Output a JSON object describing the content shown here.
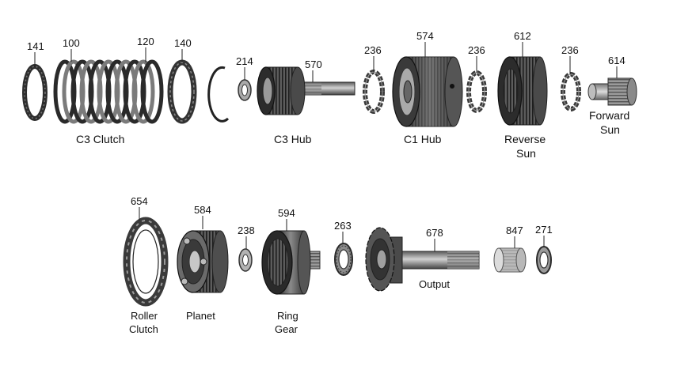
{
  "diagram": {
    "part_numbers": {
      "p141": "141",
      "p100": "100",
      "p120": "120",
      "p140": "140",
      "p214": "214",
      "p570": "570",
      "p236a": "236",
      "p574": "574",
      "p236b": "236",
      "p612": "612",
      "p236c": "236",
      "p614": "614",
      "p654": "654",
      "p584": "584",
      "p238": "238",
      "p594": "594",
      "p263": "263",
      "p678": "678",
      "p847": "847",
      "p271": "271"
    },
    "captions": {
      "c3_clutch": "C3 Clutch",
      "c3_hub": "C3 Hub",
      "c1_hub": "C1 Hub",
      "reverse_sun_1": "Reverse",
      "reverse_sun_2": "Sun",
      "forward_sun_1": "Forward",
      "forward_sun_2": "Sun",
      "roller_clutch_1": "Roller",
      "roller_clutch_2": "Clutch",
      "planet": "Planet",
      "ring_gear_1": "Ring",
      "ring_gear_2": "Gear",
      "output": "Output"
    },
    "colors": {
      "metal_dark": "#3a3a3a",
      "metal_mid": "#6e6e6e",
      "metal_light": "#b5b5b5",
      "outline": "#1e1e1e"
    }
  }
}
